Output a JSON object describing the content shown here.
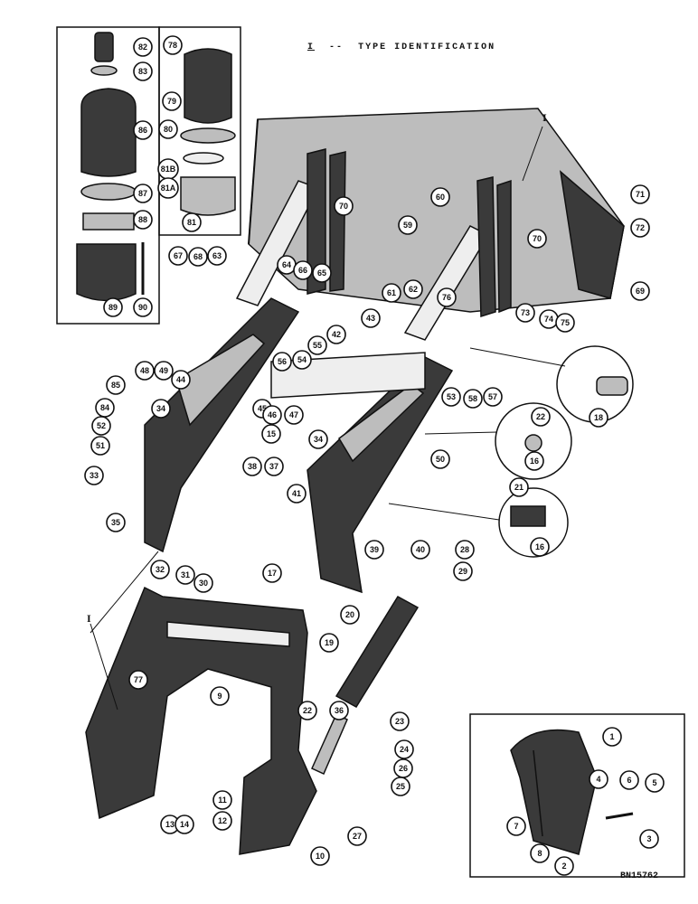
{
  "header": {
    "marker": "I",
    "separator": "--",
    "title": "TYPE IDENTIFICATION"
  },
  "type_marker": "I",
  "drawing_code": "BN15762",
  "callouts": [
    "82",
    "83",
    "86",
    "87",
    "88",
    "89",
    "90",
    "78",
    "79",
    "80",
    "81B",
    "81A",
    "81",
    "71",
    "72",
    "69",
    "67",
    "68",
    "63",
    "64",
    "66",
    "65",
    "70",
    "70",
    "59",
    "60",
    "61",
    "62",
    "76",
    "73",
    "74",
    "75",
    "43",
    "42",
    "55",
    "56",
    "54",
    "48",
    "49",
    "44",
    "45",
    "46",
    "47",
    "53",
    "58",
    "57",
    "18",
    "22",
    "16",
    "85",
    "84",
    "52",
    "51",
    "34",
    "34",
    "15",
    "50",
    "21",
    "16",
    "33",
    "38",
    "37",
    "41",
    "35",
    "17",
    "32",
    "31",
    "30",
    "39",
    "40",
    "28",
    "29",
    "77",
    "9",
    "20",
    "19",
    "22",
    "36",
    "23",
    "24",
    "26",
    "25",
    "27",
    "11",
    "12",
    "13",
    "14",
    "10",
    "1",
    "6",
    "5",
    "4",
    "7",
    "8",
    "3",
    "2"
  ]
}
